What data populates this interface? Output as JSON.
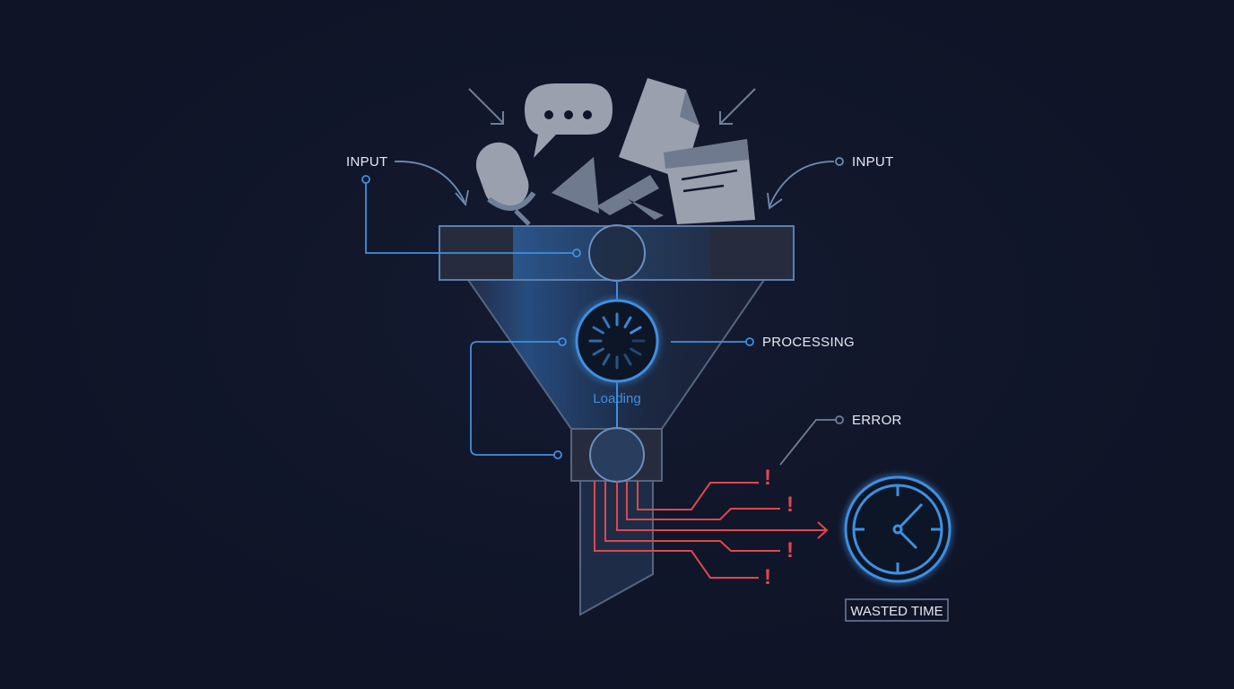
{
  "labels": {
    "input_left": "INPUT",
    "input_right": "INPUT",
    "processing": "PROCESSING",
    "loading": "Loading",
    "error": "ERROR",
    "wasted_time": "WASTED TIME",
    "error_marks": [
      "!",
      "!",
      "!",
      "!"
    ]
  },
  "colors": {
    "background": "#0f1427",
    "accent_blue": "#3f8fe0",
    "error_red": "#e0474c",
    "icon_gray": "#9aa0ae"
  }
}
